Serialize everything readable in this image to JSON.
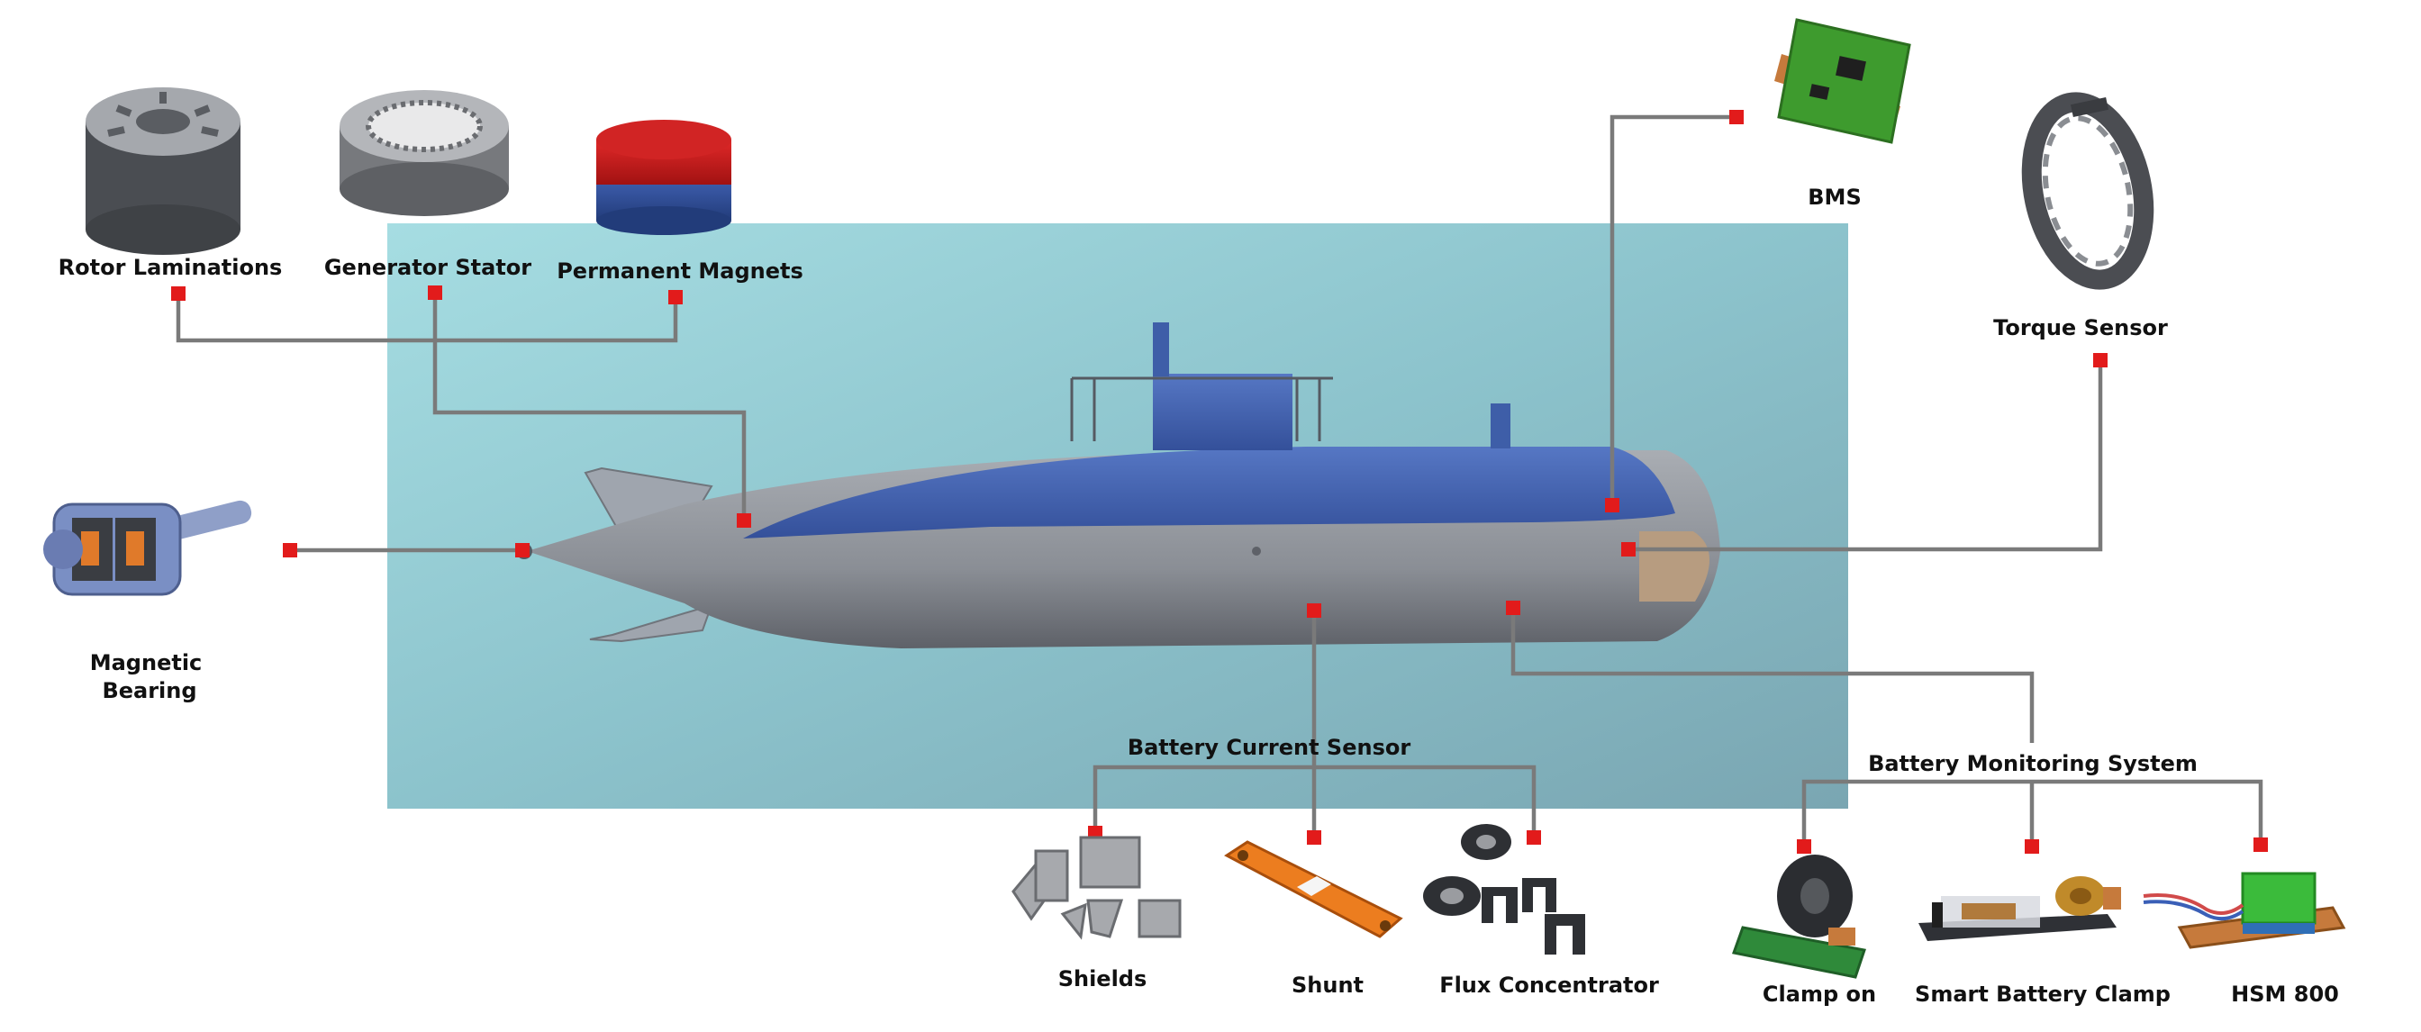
{
  "colors": {
    "background_panel": "#8fc9d2",
    "connector_line": "#7a7a7a",
    "marker": "#e21b1b",
    "hull_blue": "#3f5ea6",
    "hull_grey": "#8f9399"
  },
  "labels": {
    "rotor_laminations": "Rotor Laminations",
    "generator_stator": "Generator Stator",
    "permanent_magnets": "Permanent Magnets",
    "bms": "BMS",
    "torque_sensor": "Torque Sensor",
    "magnetic_bearing_line1": "Magnetic",
    "magnetic_bearing_line2": "Bearing",
    "battery_current_sensor": "Battery Current Sensor",
    "battery_monitoring_system": "Battery Monitoring System",
    "shields": "Shields",
    "shunt": "Shunt",
    "flux_concentrator": "Flux Concentrator",
    "clamp_on": "Clamp on",
    "smart_battery_clamp": "Smart Battery Clamp",
    "hsm_800": "HSM 800"
  },
  "icons": {
    "rotor_laminations": "rotor-laminations-icon",
    "generator_stator": "generator-stator-icon",
    "permanent_magnets": "permanent-magnet-icon",
    "bms": "bms-board-icon",
    "torque_sensor": "torque-sensor-ring-icon",
    "magnetic_bearing": "magnetic-bearing-icon",
    "shields": "shields-icon",
    "shunt": "shunt-icon",
    "flux_concentrator": "flux-concentrator-icon",
    "clamp_on": "clamp-on-sensor-icon",
    "smart_battery_clamp": "smart-battery-clamp-icon",
    "hsm_800": "hsm-800-icon",
    "submarine": "submarine-illustration"
  }
}
